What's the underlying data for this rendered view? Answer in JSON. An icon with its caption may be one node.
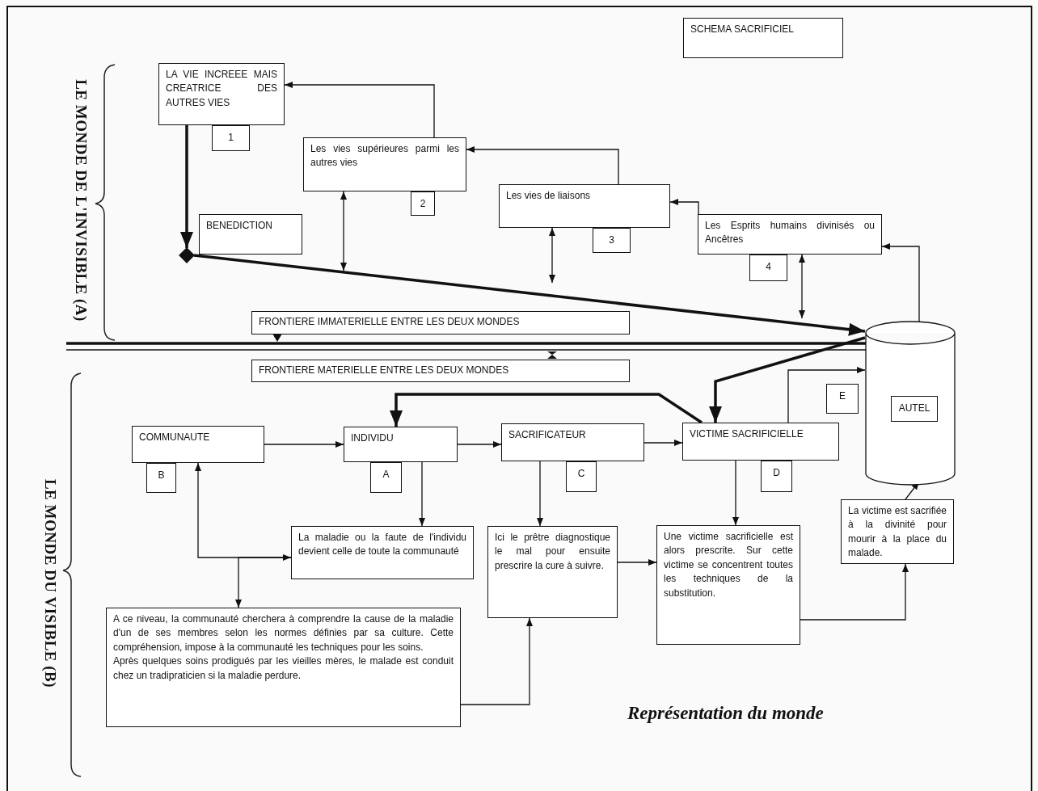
{
  "diagram": {
    "caption": "Représentation du monde",
    "nodes": [
      {
        "text": [
          "SCHEMA SACRIFICIEL"
        ]
      },
      {
        "text": [
          "LA VIE INCREEE MAIS CREATRICE DES AUTRES VIES"
        ]
      },
      {
        "text": [
          "1"
        ]
      },
      {
        "text": [
          "Les vies supérieures parmi les autres vies"
        ]
      },
      {
        "text": [
          "2"
        ]
      },
      {
        "text": [
          "Les vies de liaisons"
        ]
      },
      {
        "text": [
          "3"
        ]
      },
      {
        "text": [
          "Les Esprits humains divinisés ou Ancêtres"
        ]
      },
      {
        "text": [
          "4"
        ]
      },
      {
        "text": [
          "BENEDICTION"
        ]
      },
      {
        "text": [],
        "shape": "diamond"
      },
      {
        "text": [
          "FRONTIERE IMMATERIELLE ENTRE LES DEUX MONDES"
        ]
      },
      {
        "text": [
          "FRONTIERE MATERIELLE ENTRE LES DEUX MONDES"
        ]
      },
      {
        "text": [],
        "shape": "cylinder"
      },
      {
        "text": [
          "AUTEL"
        ],
        "in": 13
      },
      {
        "text": [
          "E"
        ]
      },
      {
        "text": [
          "COMMUNAUTE"
        ]
      },
      {
        "text": [
          "B"
        ]
      },
      {
        "text": [
          "INDIVIDU"
        ]
      },
      {
        "text": [
          "A"
        ]
      },
      {
        "text": [
          "SACRIFICATEUR"
        ]
      },
      {
        "text": [
          "C"
        ]
      },
      {
        "text": [
          "VICTIME SACRIFICIELLE"
        ]
      },
      {
        "text": [
          "D"
        ]
      },
      {
        "text": [
          "La maladie ou la faute de l'individu devient celle de toute la communauté"
        ]
      },
      {
        "text": [
          "Ici le prêtre diagnostique le mal pour ensuite prescrire la cure à suivre."
        ]
      },
      {
        "text": [
          "Une victime sacrificielle est alors prescrite. Sur cette victime se concentrent toutes les techniques de la substitution."
        ]
      },
      {
        "text": [
          "La victime est sacrifiée à la divinité pour mourir à la place du malade."
        ]
      },
      {
        "text": [
          "A ce niveau, la communauté cherchera à comprendre la cause de la maladie d'un de ses membres selon les normes définies par sa culture. Cette compréhension, impose à la communauté les techniques pour les soins.",
          "Après quelques soins prodigués par les vieilles mères, le malade est conduit chez un tradipraticien si la maladie perdure."
        ]
      }
    ],
    "edges": [
      {
        "from": 3,
        "to": 1,
        "arrow": "to"
      },
      {
        "from": 5,
        "to": 3,
        "arrow": "to"
      },
      {
        "from": 7,
        "to": 5,
        "arrow": "to"
      },
      {
        "from": 13,
        "to": 7,
        "arrow": "to"
      },
      {
        "from": 3,
        "to": null,
        "arrow": "both"
      },
      {
        "from": 5,
        "to": null,
        "arrow": "both"
      },
      {
        "from": 7,
        "to": null,
        "arrow": "both"
      },
      {
        "from": 1,
        "to": 10,
        "arrow": "to",
        "style": "thick"
      },
      {
        "from": 10,
        "to": 13,
        "arrow": "to",
        "style": "thick"
      },
      {
        "from": 13,
        "to": 22,
        "arrow": "to",
        "style": "thick"
      },
      {
        "from": 22,
        "to": 18,
        "arrow": "to",
        "style": "thick"
      },
      {
        "from": 16,
        "to": 18,
        "arrow": "to"
      },
      {
        "from": 18,
        "to": 20,
        "arrow": "to"
      },
      {
        "from": 20,
        "to": 22,
        "arrow": "to"
      },
      {
        "from": 22,
        "to": 13,
        "arrow": "to"
      },
      {
        "from": 18,
        "to": 24,
        "arrow": "to"
      },
      {
        "from": 20,
        "to": 25,
        "arrow": "to"
      },
      {
        "from": 22,
        "to": 26,
        "arrow": "to"
      },
      {
        "from": 25,
        "to": 26,
        "arrow": "to"
      },
      {
        "from": 28,
        "to": 25,
        "arrow": "to"
      },
      {
        "from": 26,
        "to": 27,
        "arrow": "to"
      },
      {
        "from": 27,
        "to": 13,
        "arrow": "to"
      },
      {
        "from": 24,
        "to": 16,
        "arrow": "both"
      },
      {
        "from": 24,
        "to": 28,
        "arrow": "to"
      }
    ],
    "labels": [
      "LE MONDE DE L'INVISIBLE (A)",
      "LE MONDE DU VISIBLE (B)"
    ]
  }
}
